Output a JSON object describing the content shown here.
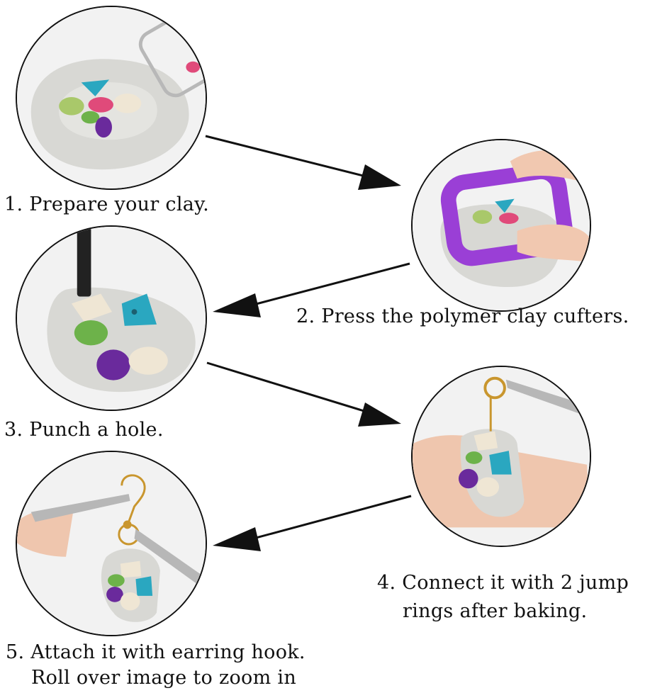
{
  "steps": [
    {
      "label": "1. Prepare your clay."
    },
    {
      "label": "2. Press the polymer clay cufters."
    },
    {
      "label": "3. Punch a hole."
    },
    {
      "label_line1": "4. Connect it with 2 jump",
      "label_line2": "rings after baking."
    },
    {
      "label": "5. Attach it with earring hook."
    }
  ],
  "footer": {
    "zoom_hint": "Roll over image to zoom in"
  },
  "colors": {
    "clay": "#dcdcd8",
    "turquoise": "#2aa7c0",
    "purple": "#6a2a9c",
    "pink": "#e04a7a",
    "green": "#6db24a",
    "cream": "#efe6d4",
    "gold": "#c9962e",
    "cutter_purple": "#9a3fd6"
  }
}
